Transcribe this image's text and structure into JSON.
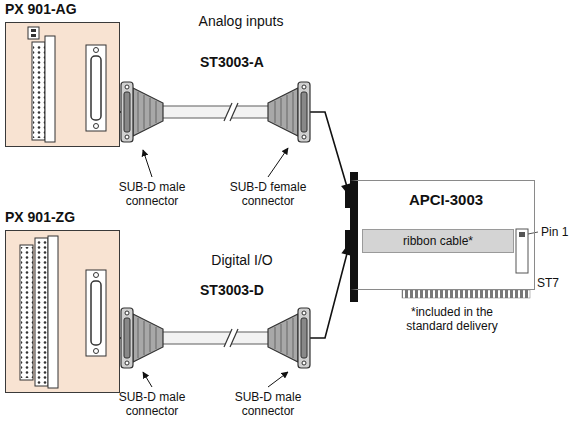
{
  "diagram": {
    "nodes": [
      {
        "text": [
          "PX 901-AG"
        ]
      },
      {
        "text": [
          "PX 901-ZG"
        ]
      },
      {
        "text": [
          "APCI-3003"
        ]
      },
      {
        "text": [
          "ribbon cable*"
        ],
        "in": 2
      }
    ],
    "edges": [
      {
        "from": 0,
        "to": 2,
        "arrow": "to",
        "label": "ST3003-A"
      },
      {
        "from": 1,
        "to": 2,
        "arrow": "to",
        "label": "ST3003-D"
      }
    ],
    "labels": [
      "Analog inputs",
      "SUB-D male connector",
      "SUB-D female connector",
      "Digital I/O",
      "SUB-D male connector",
      "SUB-D male connector",
      "Pin 1",
      "ST7",
      "*included in the standard delivery"
    ]
  }
}
